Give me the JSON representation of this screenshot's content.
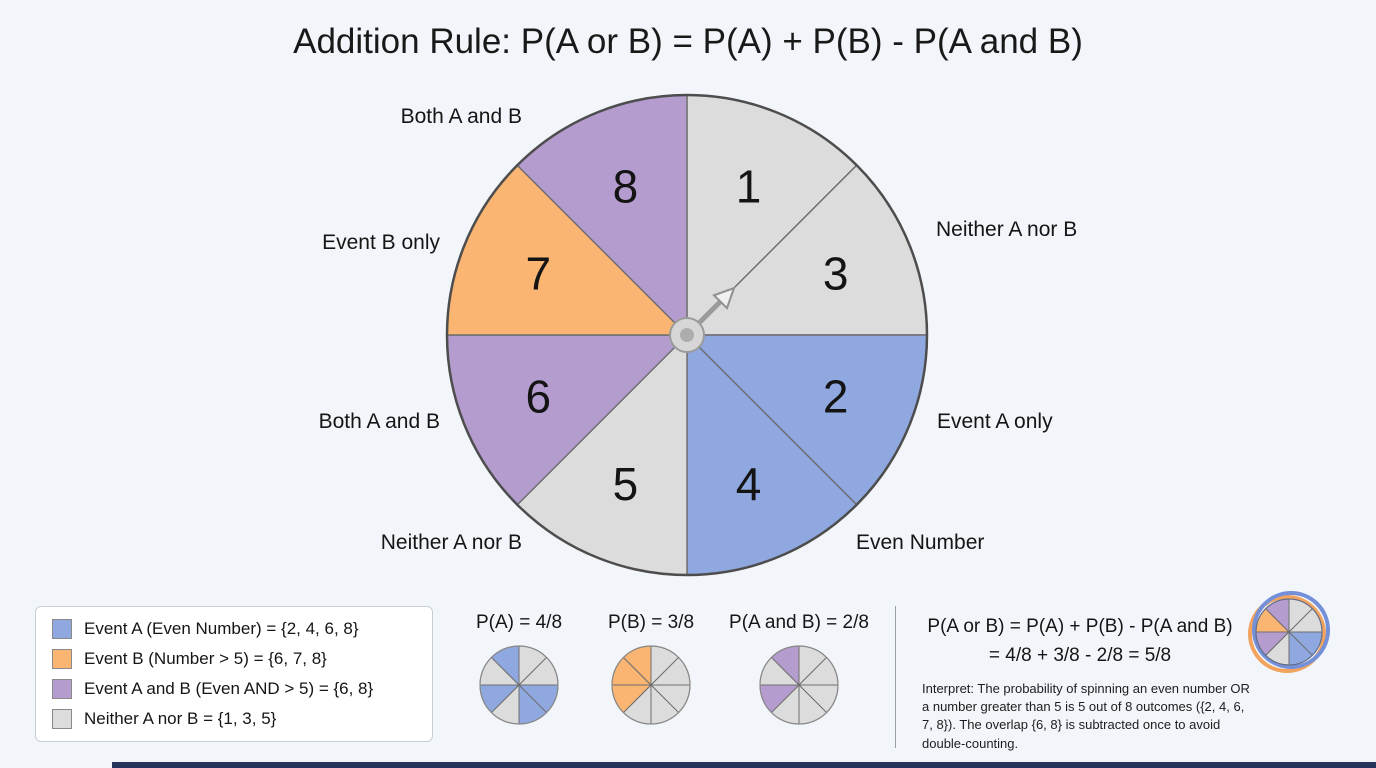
{
  "title": "Addition Rule: P(A or B) = P(A) + P(B) - P(A and B)",
  "colors": {
    "event_a": "#8fa9e0",
    "event_b": "#f9b571",
    "both": "#b59ccf",
    "neither": "#dcdcdc"
  },
  "chart_data": {
    "type": "pie",
    "title": "8-segment probability spinner",
    "order": "clockwise from top",
    "segments": [
      {
        "number": 1,
        "category": "neither"
      },
      {
        "number": 3,
        "category": "neither"
      },
      {
        "number": 2,
        "category": "event_a"
      },
      {
        "number": 4,
        "category": "event_a"
      },
      {
        "number": 5,
        "category": "neither"
      },
      {
        "number": 6,
        "category": "both"
      },
      {
        "number": 7,
        "category": "event_b"
      },
      {
        "number": 8,
        "category": "both"
      }
    ],
    "probabilities": {
      "P(A)": "4/8",
      "P(B)": "3/8",
      "P(A and B)": "2/8",
      "P(A or B)": "5/8"
    }
  },
  "wheel_labels": {
    "top_left": "Both A and B",
    "right_upper": "Neither A nor B",
    "left_upper": "Event B only",
    "left_lower": "Both A and B",
    "right_lower": "Event A only",
    "bottom_left": "Neither A nor B",
    "bottom_right": "Even Number"
  },
  "legend": {
    "items": [
      {
        "swatch": "event_a",
        "label": "Event A (Even Number) = {2, 4, 6, 8}"
      },
      {
        "swatch": "event_b",
        "label": "Event B (Number > 5) = {6, 7, 8}"
      },
      {
        "swatch": "both",
        "label": "Event A and B (Even AND > 5) = {6, 8}"
      },
      {
        "swatch": "neither",
        "label": "Neither A nor B = {1, 3, 5}"
      }
    ]
  },
  "mini_pies": [
    {
      "label": "P(A) = 4/8",
      "highlight": "event_a",
      "numbers": [
        2,
        4,
        6,
        8
      ]
    },
    {
      "label": "P(B) = 3/8",
      "highlight": "event_b",
      "numbers": [
        6,
        7,
        8
      ]
    },
    {
      "label": "P(A and B) = 2/8",
      "highlight": "both",
      "numbers": [
        6,
        8
      ]
    }
  ],
  "result": {
    "formula": "P(A or B) = P(A) + P(B) - P(A and B)",
    "calculation": "= 4/8 + 3/8 - 2/8 = 5/8",
    "interpretation": "Interpret: The probability of spinning an even number OR a number greater than 5 is 5 out of 8 outcomes ({2, 4, 6, 7, 8}). The overlap {6, 8} is subtracted once to avoid double-counting."
  }
}
